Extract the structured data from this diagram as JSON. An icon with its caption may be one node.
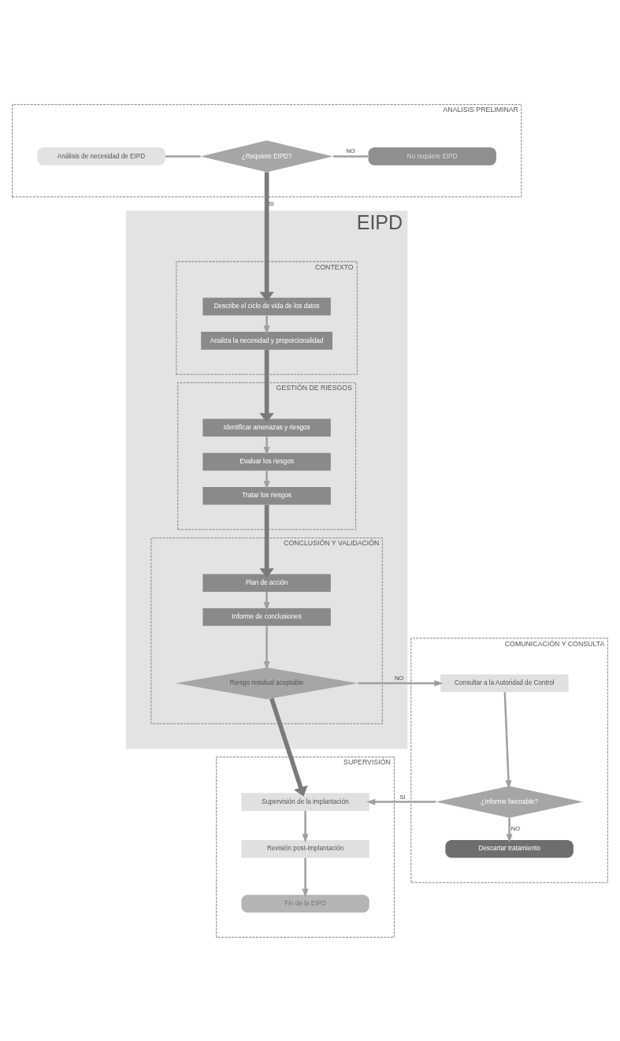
{
  "diagram": {
    "nodes": [
      {
        "text": [
          "ANALISIS PRELIMINAR"
        ]
      },
      {
        "text": [
          "No requiere EIPD"
        ],
        "in": 0
      },
      {
        "text": [
          "¿Requiere EIPD?"
        ],
        "in": 0
      },
      {
        "text": [
          "Análisis de necesidad de EIPD"
        ],
        "in": 0
      },
      {
        "text": [
          "EIPD"
        ]
      },
      {
        "text": [
          "CONTEXTO"
        ],
        "in": 4
      },
      {
        "text": [
          "Describe el ciclo de vida de los datos"
        ],
        "in": 5
      },
      {
        "text": [
          "Analiza la necesidad y proporcionalidad"
        ],
        "in": 5
      },
      {
        "text": [
          "GESTIÓN DE RIESGOS"
        ],
        "in": 4
      },
      {
        "text": [
          "Identificar amenazas y riesgos"
        ],
        "in": 8
      },
      {
        "text": [
          "Evaluar los riesgos"
        ],
        "in": 8
      },
      {
        "text": [
          "Tratar los riesgos"
        ],
        "in": 8
      },
      {
        "text": [
          "CONCLUSIÓN Y VALIDACIÓN"
        ],
        "in": 4
      },
      {
        "text": [
          "Plan de acción"
        ],
        "in": 12
      },
      {
        "text": [
          "Informe de conclusiones"
        ],
        "in": 12
      },
      {
        "text": [
          "Riesgo residual aceptable"
        ],
        "in": 12
      },
      {
        "text": [
          "COMUNICACIÓN Y CONSULTA"
        ]
      },
      {
        "text": [
          "Consultar a la Autoridad de Control"
        ],
        "in": 16
      },
      {
        "text": [
          "¿Informe favorable?"
        ],
        "in": 16
      },
      {
        "text": [
          "Descartar tratamiento"
        ],
        "in": 16
      },
      {
        "text": [
          "SUPERVISIÓN"
        ]
      },
      {
        "text": [
          "Supervisión de la implantación"
        ],
        "in": 20
      },
      {
        "text": [
          "Revisión post-implantación"
        ],
        "in": 20
      },
      {
        "text": [
          "Fin de la EIPD"
        ],
        "in": 20
      }
    ],
    "edges": [
      {
        "from": 3,
        "to": 2,
        "arrow": "none"
      },
      {
        "from": 2,
        "to": 1,
        "arrow": "none",
        "label": "NO"
      },
      {
        "from": 2,
        "to": 6,
        "arrow": "to",
        "label": "SI",
        "style": "thick"
      },
      {
        "from": 6,
        "to": 7,
        "arrow": "to"
      },
      {
        "from": 7,
        "to": 9,
        "arrow": "to",
        "style": "thick"
      },
      {
        "from": 9,
        "to": 10,
        "arrow": "to"
      },
      {
        "from": 10,
        "to": 11,
        "arrow": "to"
      },
      {
        "from": 11,
        "to": 13,
        "arrow": "to",
        "style": "thick"
      },
      {
        "from": 13,
        "to": 14,
        "arrow": "to"
      },
      {
        "from": 14,
        "to": 15,
        "arrow": "to"
      },
      {
        "from": 15,
        "to": 17,
        "arrow": "to",
        "label": "NO"
      },
      {
        "from": 15,
        "to": 21,
        "arrow": "to",
        "style": "thick"
      },
      {
        "from": 17,
        "to": 18,
        "arrow": "to"
      },
      {
        "from": 18,
        "to": 21,
        "arrow": "to",
        "label": "SI"
      },
      {
        "from": 18,
        "to": 19,
        "arrow": "to",
        "label": "NO"
      },
      {
        "from": 21,
        "to": 22,
        "arrow": "to"
      },
      {
        "from": 22,
        "to": 23,
        "arrow": "to"
      }
    ]
  }
}
